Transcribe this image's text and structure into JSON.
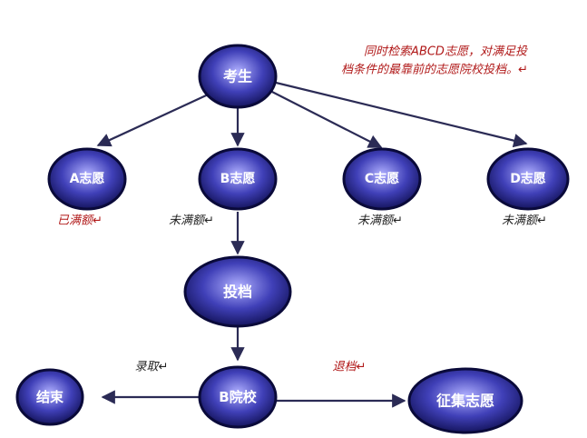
{
  "colors": {
    "node_fill_center": "#b0b0ff",
    "node_fill_mid": "#4040b8",
    "node_fill_edge": "#121258",
    "node_ring": "#0a0a3a",
    "edge": "#2b2b55",
    "note_red": "#b01818",
    "note_black": "#222222"
  },
  "nodes": {
    "candidate": "考生",
    "choice_a": "A志愿",
    "choice_b": "B志愿",
    "choice_c": "C志愿",
    "choice_d": "D志愿",
    "submit_file": "投档",
    "school_b": "B院校",
    "end": "结束",
    "supplementary": "征集志愿"
  },
  "notes": {
    "header_line1": "同时检索ABCD志愿，对满足投",
    "header_line2": "档条件的最靠前的志愿院校投档。↵",
    "a_status": "已满额↵",
    "b_status": "未满额↵",
    "c_status": "未满额↵",
    "d_status": "未满额↵",
    "admit": "录取↵",
    "return_file": "退档↵"
  }
}
